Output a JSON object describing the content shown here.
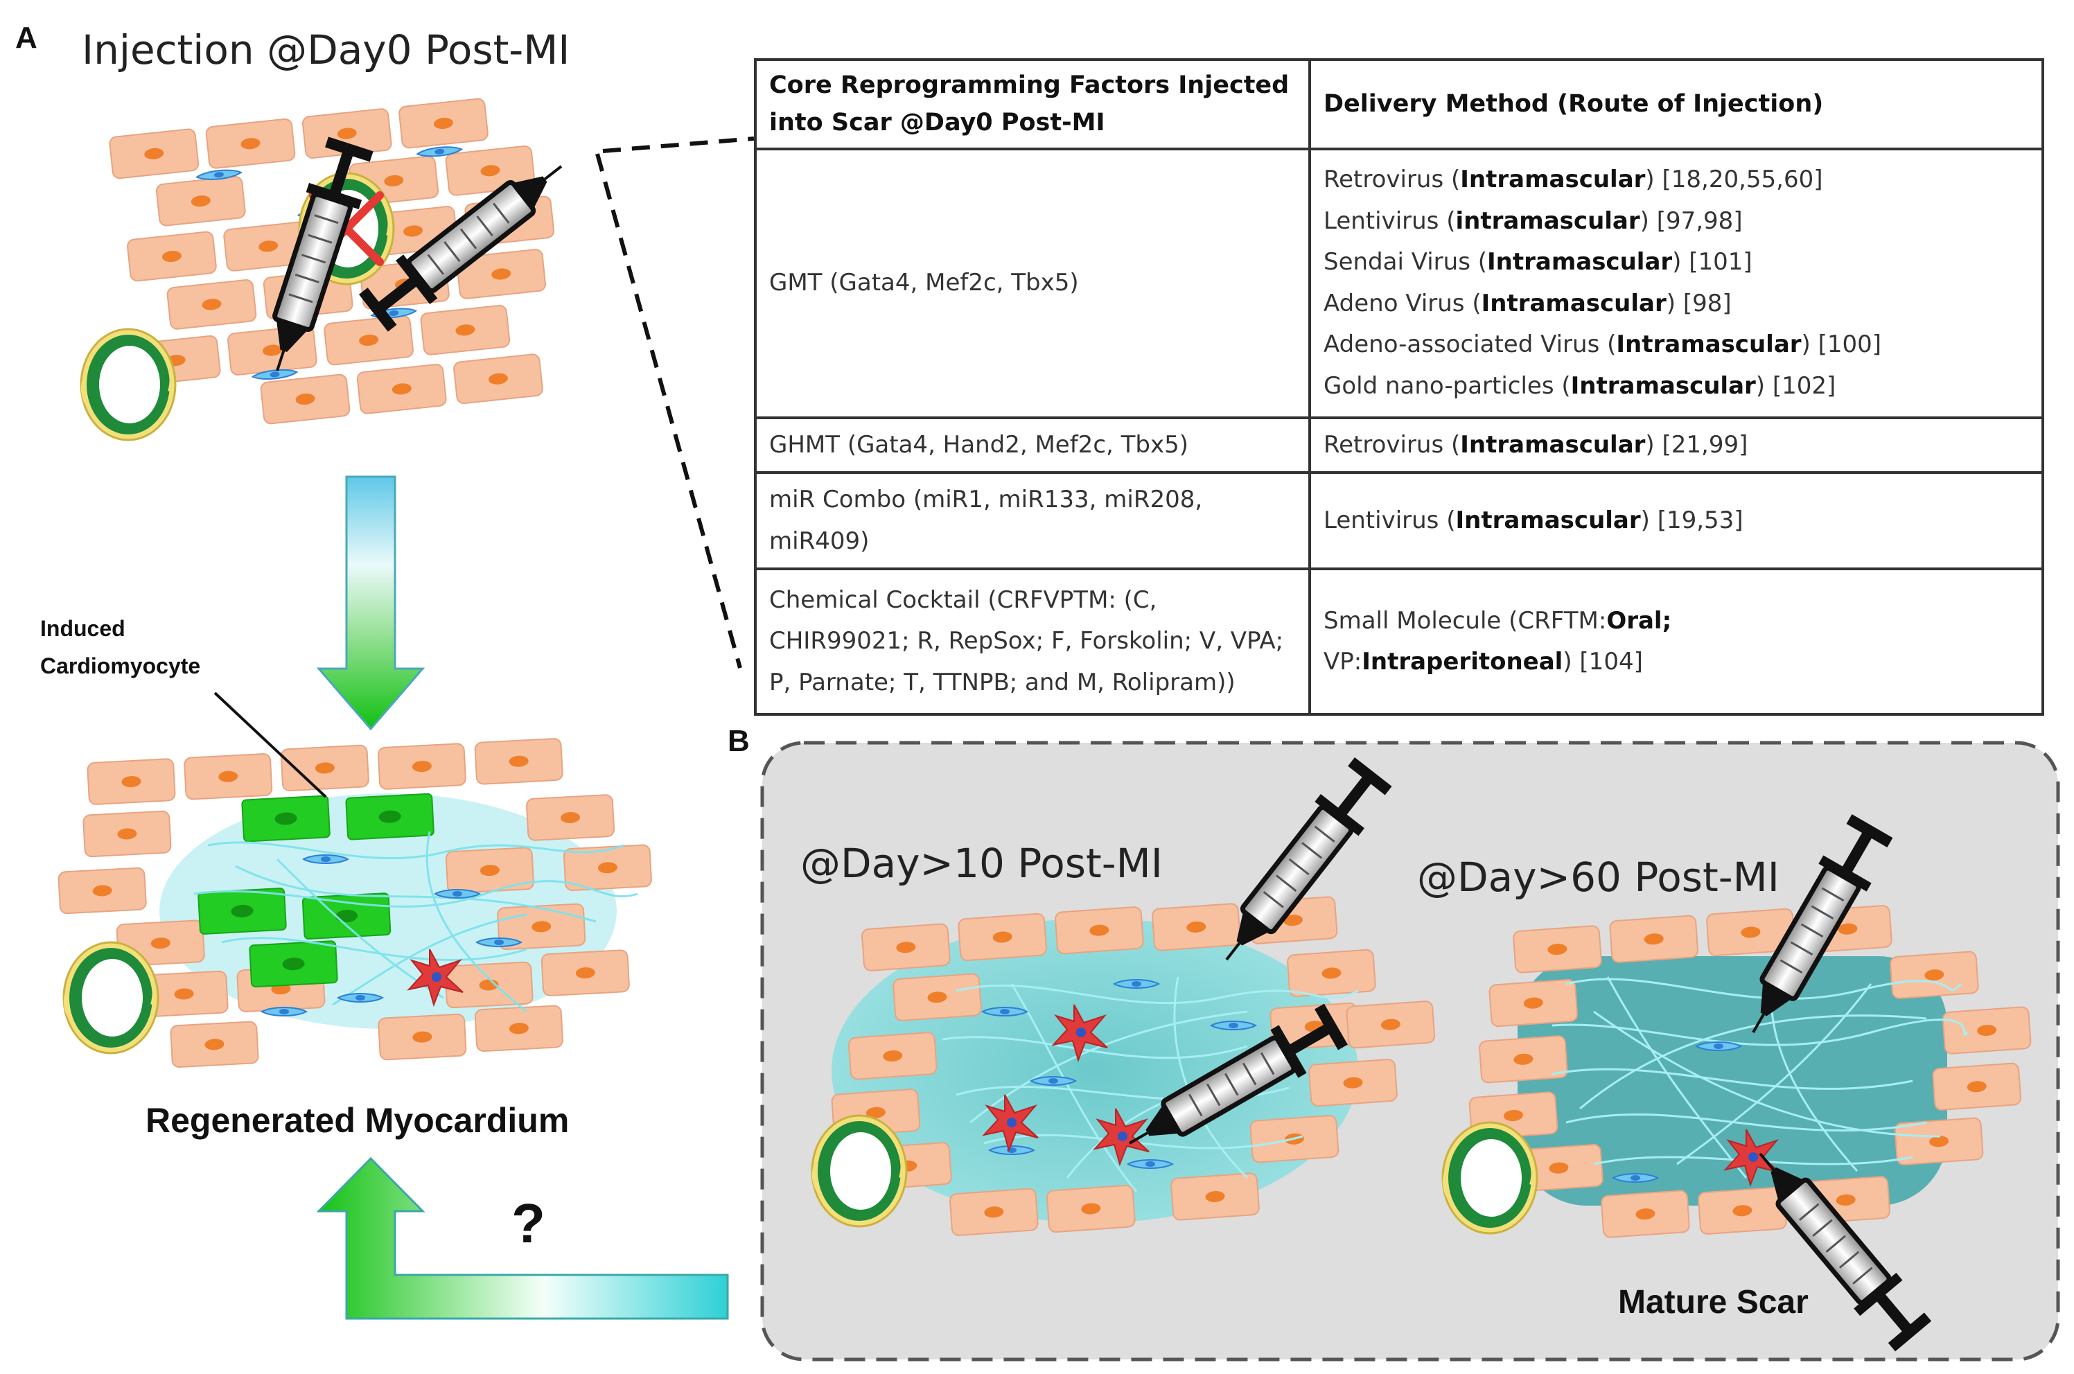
{
  "panel_a": {
    "letter": "A",
    "title": "Injection @Day0 Post-MI",
    "induced_label_line1": "Induced",
    "induced_label_line2": "Cardiomyocyte",
    "regenerated_label": "Regenerated Myocardium",
    "question_mark": "?"
  },
  "panel_b": {
    "letter": "B",
    "early_title": "@Day>10 Post-MI",
    "late_title": "@Day>60 Post-MI",
    "scar_label": "Mature Scar"
  },
  "table": {
    "header_col1": "Core Reprogramming Factors Injected into Scar @Day0 Post-MI",
    "header_col2": "Delivery Method (Route of Injection)",
    "rows": [
      {
        "factors": "GMT (Gata4, Mef2c, Tbx5)",
        "deliveries": [
          {
            "vector": "Retrovirus (",
            "route": "Intramascular",
            "refs": ") [18,20,55,60]"
          },
          {
            "vector": "Lentivirus (",
            "route": "intramascular",
            "refs": ") [97,98]"
          },
          {
            "vector": "Sendai Virus (",
            "route": "Intramascular",
            "refs": ") [101]"
          },
          {
            "vector": "Adeno Virus (",
            "route": "Intramascular",
            "refs": ") [98]"
          },
          {
            "vector": "Adeno-associated Virus (",
            "route": "Intramascular",
            "refs": ") [100]"
          },
          {
            "vector": "Gold nano-particles (",
            "route": "Intramascular",
            "refs": ") [102]"
          }
        ]
      },
      {
        "factors": "GHMT (Gata4, Hand2, Mef2c, Tbx5)",
        "deliveries": [
          {
            "vector": "Retrovirus (",
            "route": "Intramascular",
            "refs": ") [21,99]"
          }
        ]
      },
      {
        "factors": "miR Combo (miR1, miR133, miR208, miR409)",
        "deliveries": [
          {
            "vector": "Lentivirus (",
            "route": "Intramascular",
            "refs": ") [19,53]"
          }
        ]
      },
      {
        "factors": "Chemical Cocktail (CRFVPTM: (C, CHIR99021; R, RepSox; F, Forskolin; V, VPA; P, Parnate; T, TTNPB; and M, Rolipram))",
        "deliveries": [
          {
            "vector": "Small Molecule (CRFTM:",
            "route": "Oral;",
            "refs": ""
          },
          {
            "vector": "VP:",
            "route": "Intraperitoneal",
            "refs": ") [104]"
          }
        ]
      }
    ]
  },
  "colors": {
    "cardiomyocyte": "#f7c1a0",
    "nucleus": "#f07f2a",
    "induced_cardiomyocyte": "#22cc22",
    "fibroblast": "#2d7fd6",
    "activated_fibroblast": "#e03a3a",
    "collagen": "#7ee3ec",
    "scar_matrix": "#3bb3b8",
    "panel_b_background": "#dedede",
    "arrow_green": "#22c55e",
    "arrow_cyan": "#3fd0d8"
  }
}
